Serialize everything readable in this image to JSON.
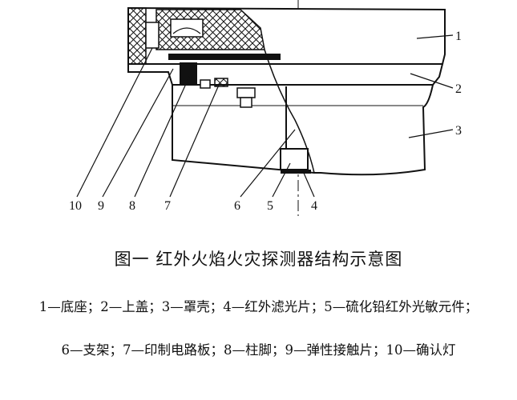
{
  "labels": {
    "n1": "1",
    "n2": "2",
    "n3": "3",
    "n4": "4",
    "n5": "5",
    "n6": "6",
    "n7": "7",
    "n8": "8",
    "n9": "9",
    "n10": "10"
  },
  "caption": {
    "title": "图一  红外火焰火灾探测器结构示意图",
    "legend_line_1": "1—底座；2—上盖；3—罩壳；4—红外滤光片；5—硫化铅红外光敏元件；",
    "legend_line_2": "6—支架；7—印制电路板；8—柱脚；9—弹性接触片；10—确认灯"
  }
}
